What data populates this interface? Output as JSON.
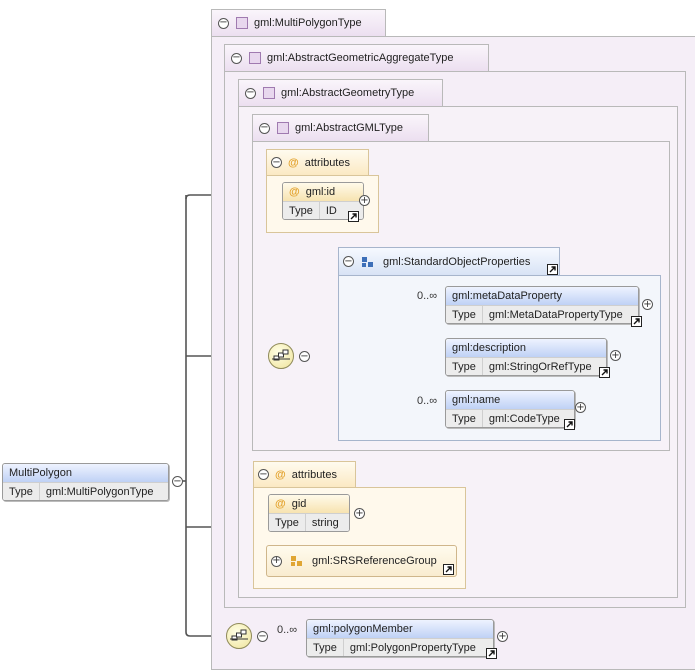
{
  "types": {
    "multi_polygon_type": "gml:MultiPolygonType",
    "abstract_geometric_aggregate_type": "gml:AbstractGeometricAggregateType",
    "abstract_geometry_type": "gml:AbstractGeometryType",
    "abstract_gml_type": "gml:AbstractGMLType"
  },
  "attributes_label": "attributes",
  "type_key": "Type",
  "gml_id": {
    "name": "gml:id",
    "type": "ID"
  },
  "standard_object_properties": "gml:StandardObjectProperties",
  "elements": {
    "meta_data_property": {
      "name": "gml:metaDataProperty",
      "type": "gml:MetaDataPropertyType",
      "occurs": "0..∞"
    },
    "description": {
      "name": "gml:description",
      "type": "gml:StringOrRefType"
    },
    "name": {
      "name": "gml:name",
      "type": "gml:CodeType",
      "occurs": "0..∞"
    },
    "polygon_member": {
      "name": "gml:polygonMember",
      "type": "gml:PolygonPropertyType",
      "occurs": "0..∞"
    }
  },
  "gid": {
    "name": "gid",
    "type": "string"
  },
  "srs_reference_group": "gml:SRSReferenceGroup",
  "root": {
    "name": "MultiPolygon",
    "type": "gml:MultiPolygonType"
  },
  "icons": {
    "collapse": "−",
    "expand": "+",
    "attribute": "@"
  },
  "colors": {
    "complex_type": "#e8d7ee",
    "attribute": "#fbe9c3",
    "element": "#bfd1f5",
    "group": "#d8e3f5",
    "sequence": "#efe39a"
  }
}
